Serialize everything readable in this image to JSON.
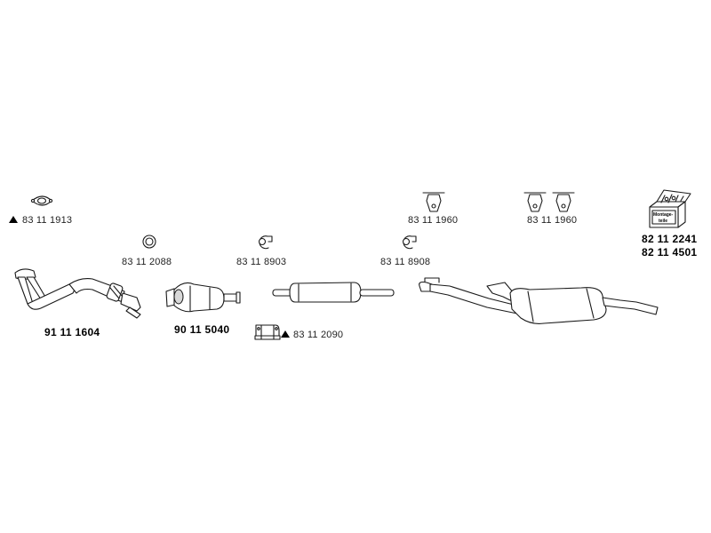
{
  "parts": {
    "flange_gasket": {
      "code": "83 11 1913",
      "icon": "flange-gasket-icon",
      "warning": true
    },
    "sealing_ring": {
      "code": "83 11 2088",
      "icon": "sealing-ring-icon"
    },
    "clamp_a": {
      "code": "83 11 8903",
      "icon": "clamp-icon"
    },
    "clamp_b": {
      "code": "83 11 8908",
      "icon": "clamp-icon"
    },
    "rubber_mount_a": {
      "code": "83 11 1960",
      "icon": "rubber-mount-icon"
    },
    "rubber_mount_b": {
      "code": "83 11 1960",
      "icon": "rubber-mount-icon"
    },
    "front_pipe": {
      "code": "91 11 1604",
      "icon": "front-pipe-icon"
    },
    "catalytic_converter": {
      "code": "90 11 5040",
      "icon": "catalytic-converter-icon"
    },
    "pipe_clamp": {
      "code": "83 11 2090",
      "icon": "pipe-clamp-icon",
      "warning": true
    },
    "middle_silencer": {
      "icon": "middle-silencer-icon"
    },
    "rear_silencer": {
      "icon": "rear-silencer-icon"
    },
    "mounting_kit": {
      "codes": [
        "82 11 2241",
        "82 11 4501"
      ],
      "box_label": [
        "Montage-",
        "teile"
      ],
      "icon": "mounting-kit-box-icon"
    }
  }
}
